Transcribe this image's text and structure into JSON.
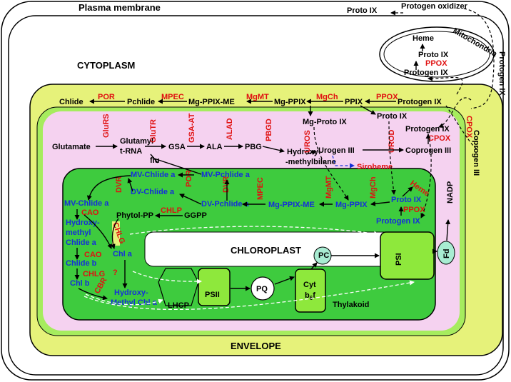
{
  "compartments": {
    "plasma_membrane": "Plasma membrane",
    "cytoplasm": "CYTOPLASM",
    "mitochondria": "Mitochondria",
    "envelope": "ENVELOPE",
    "chloroplast": "CHLOROPLAST",
    "thylakoid": "Thylakoid"
  },
  "outer": {
    "proto_ix": "Proto IX",
    "protogen_oxidizer": "Protogen oxidizer",
    "protogen_ix_vertical": "Protogen IX"
  },
  "mito": {
    "heme": "Heme",
    "proto_ix": "Proto IX",
    "ppox": "PPOX",
    "protogen_ix": "Protogen IX"
  },
  "envelope_row": {
    "chlide": "Chlide",
    "por": "POR",
    "pchlide": "Pchlide",
    "mpec": "MPEC",
    "mg_ppix_me": "Mg-PPIX-ME",
    "mgmt": "MgMT",
    "mg_ppix": "Mg-PPIX",
    "mgch": "MgCh",
    "ppix": "PPIX",
    "ppox": "PPOX",
    "protogen_ix": "Protogen IX",
    "cpox_vertical": "CPOX",
    "coprogen_iii_vertical": "Coprogen III"
  },
  "stroma": {
    "glutamate": "Glutamate",
    "glurs": "GluRS",
    "glutamyl": "Glutamyl",
    "trna": "t-RNA",
    "glutr": "GluTR",
    "flu": "flu",
    "gsa": "GSA",
    "gsa_at": "GSA-AT",
    "ala": "ALA",
    "alad": "ALAD",
    "pbg": "PBG",
    "pbgd": "PBGD",
    "hydroxy": "Hydroxy",
    "methylbilane": "-methylbilane",
    "uros": "UROS",
    "urogen_iii": "Urogen III",
    "urod": "UROD",
    "coprogen_iii": "Coprogen III",
    "cpox": "CPOX",
    "protogen_ix": "Protogen IX",
    "proto_ix": "Proto IX",
    "mg_proto_ix": "Mg-Proto IX",
    "siroheme": "Siroheme"
  },
  "chl": {
    "mv_chlide_a": "MV-Chlide a",
    "mv_pchlide_a": "MV-Pchlide a",
    "dv_chlide_a": "DV-Chlide a",
    "dv_pchlide_a": "DV-Pchlide a",
    "por": "POR",
    "dvr1": "DVR",
    "dvr2": "DVR",
    "mv_chlide_a_left": "MV-Chlide a",
    "cao1": "CAO",
    "hydroxy": "Hydroxy-",
    "methyl": "methyl",
    "chlide_a": "Chlide a",
    "cao2": "CAO",
    "chlide_b": "Chlide b",
    "chlg1": "CHLG",
    "chl_b": "Chl b",
    "cbr": "CBR",
    "phytol_pp": "Phytol-PP",
    "chlp": "CHLP",
    "ggpp": "GGPP",
    "chlg2": "CHLG",
    "chl_a": "Chl a",
    "question": "?",
    "hydroxy_methyl": "Hydroxy-",
    "methyl_chl_a": "Methyl Chl a",
    "mpec": "MPEC",
    "mg_ppix_me": "Mg-PPIX-ME",
    "mgmt": "MgMT",
    "mg_ppix": "Mg-PPIX",
    "mgch": "MgCh",
    "proto_ix": "Proto IX",
    "heme": "Heme",
    "ppox": "PPOX",
    "protogen_ix": "Protogen IX",
    "nadp": "NADP"
  },
  "complexes": {
    "lhcp": "LHCP",
    "psii": "PSII",
    "pq": "PQ",
    "cyt": "Cyt",
    "b6f": "b",
    "b6f_sub": "6",
    "b6f_tail": "f",
    "pc": "PC",
    "psi": "PSI",
    "fd": "Fd"
  },
  "colors": {
    "envelope_yellow": "#e6f27a",
    "inner_green": "#a6ec5e",
    "stroma_pink": "#f5d2f0",
    "thylakoid_green": "#3ecb3e",
    "complex_green": "#8ee83c",
    "enzyme_red": "#e01010",
    "compound_blue": "#1530d8",
    "carrier_teal": "#a8ecd2"
  }
}
